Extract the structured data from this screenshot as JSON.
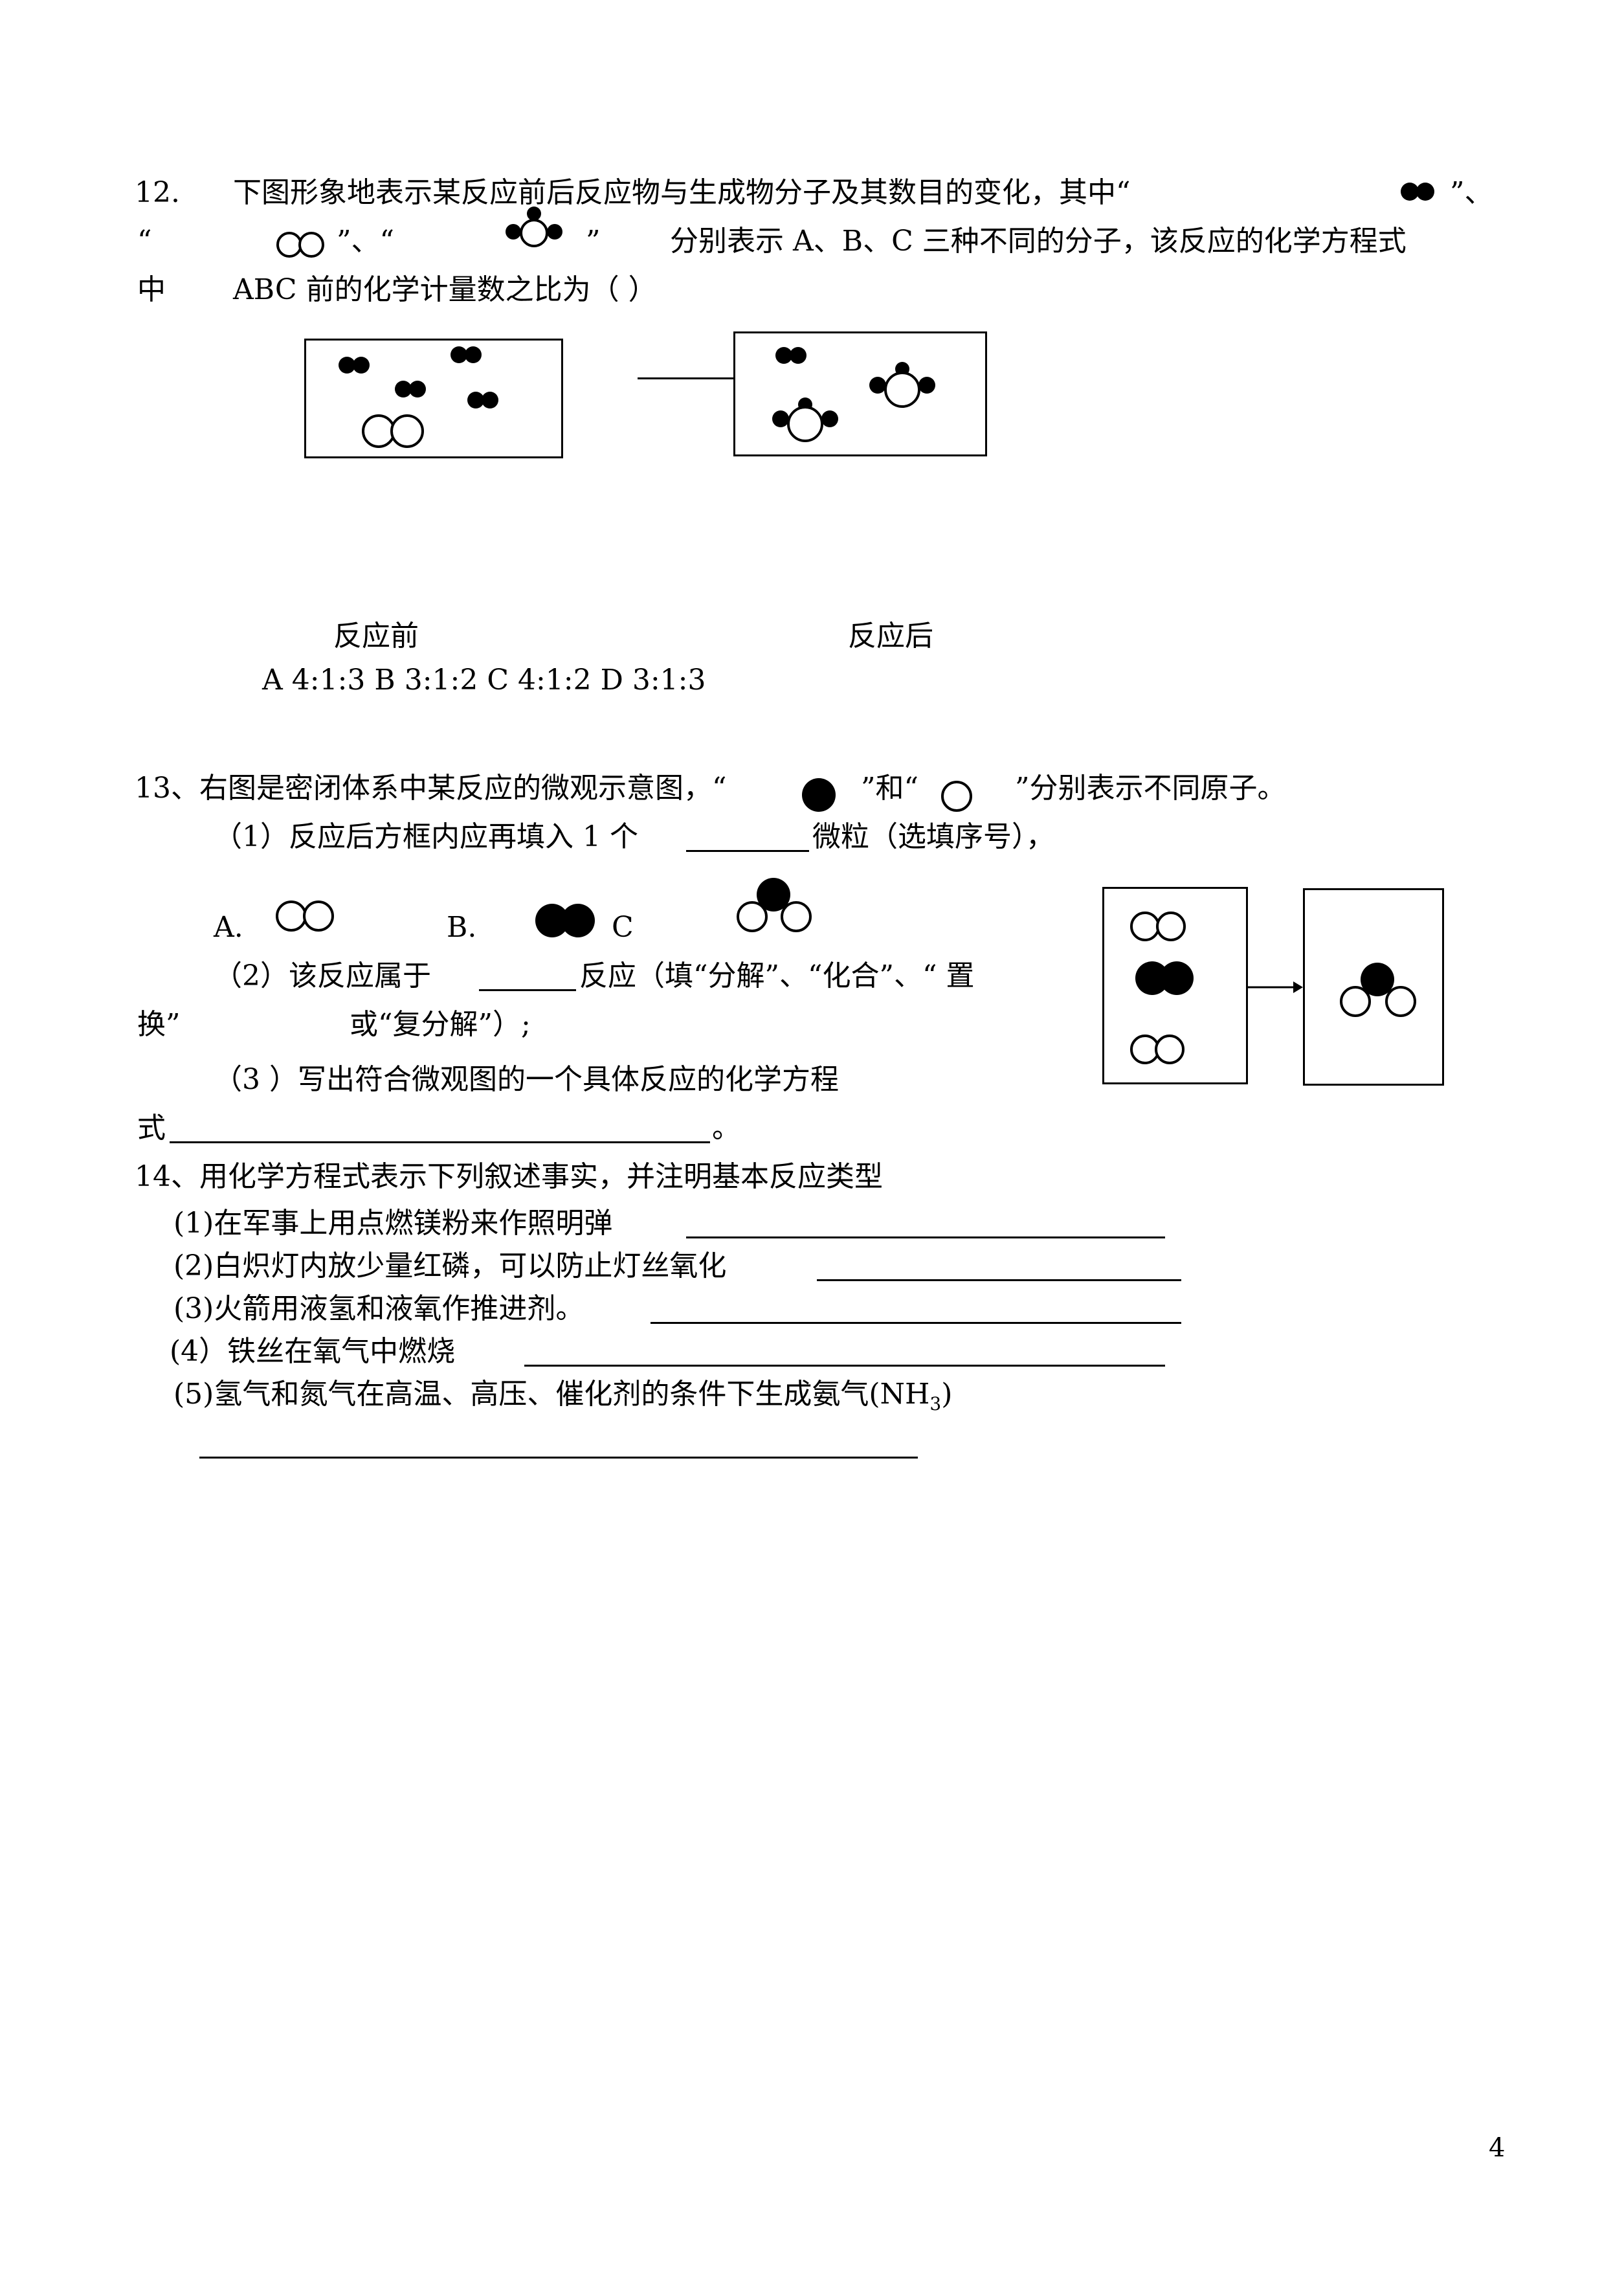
{
  "q12": {
    "num": "12.",
    "line1": "下图形象地表示某反应前后反应物与生成物分子及其数目的变化，其中“",
    "line1_end": "”、",
    "line2_q1": "“",
    "line2_q2": "”、“",
    "line2_q3": "”",
    "line2_text": "分别表示 A、B、C 三种不同的分子，该反应的化学方程式",
    "line3_a": "中",
    "line3_b": "ABC 前的化学计量数之比为（    ）",
    "label_before": "反应前",
    "label_after": "反应后",
    "options": "A 4:1:3  B 3:1:2  C 4:1:2  D 3:1:3"
  },
  "q13": {
    "intro_a": "13、右图是密闭体系中某反应的微观示意图，“",
    "intro_b": "”和“",
    "intro_c": "”分别表示不同原子。",
    "p1_a": "（1）反应后方框内应再填入 1 个",
    "p1_b": "微粒（选填序号），",
    "opt_a": "A.",
    "opt_b": "B.",
    "opt_c": "C",
    "p2_a": "（2）该反应属于",
    "p2_b": "反应（填“分解”、“化合”、“ 置",
    "p2_c": "换”",
    "p2_d": "或“复分解”）;",
    "p3_a": "（3  ）写出符合微观图的一个具体反应的化学方程",
    "p3_b": "式",
    "p3_end": "。"
  },
  "q14": {
    "title": "14、用化学方程式表示下列叙述事实，并注明基本反应类型",
    "items": [
      "(1)在军事上用点燃镁粉来作照明弹",
      "(2)白炽灯内放少量红磷，可以防止灯丝氧化",
      "(3)火箭用液氢和液氧作推进剂。",
      "(4）铁丝在氧气中燃烧",
      "(5)氢气和氮气在高温、高压、催化剂的条件下生成氨气(NH"
    ],
    "sub3": "3",
    "close": ")"
  },
  "page_number": "4"
}
